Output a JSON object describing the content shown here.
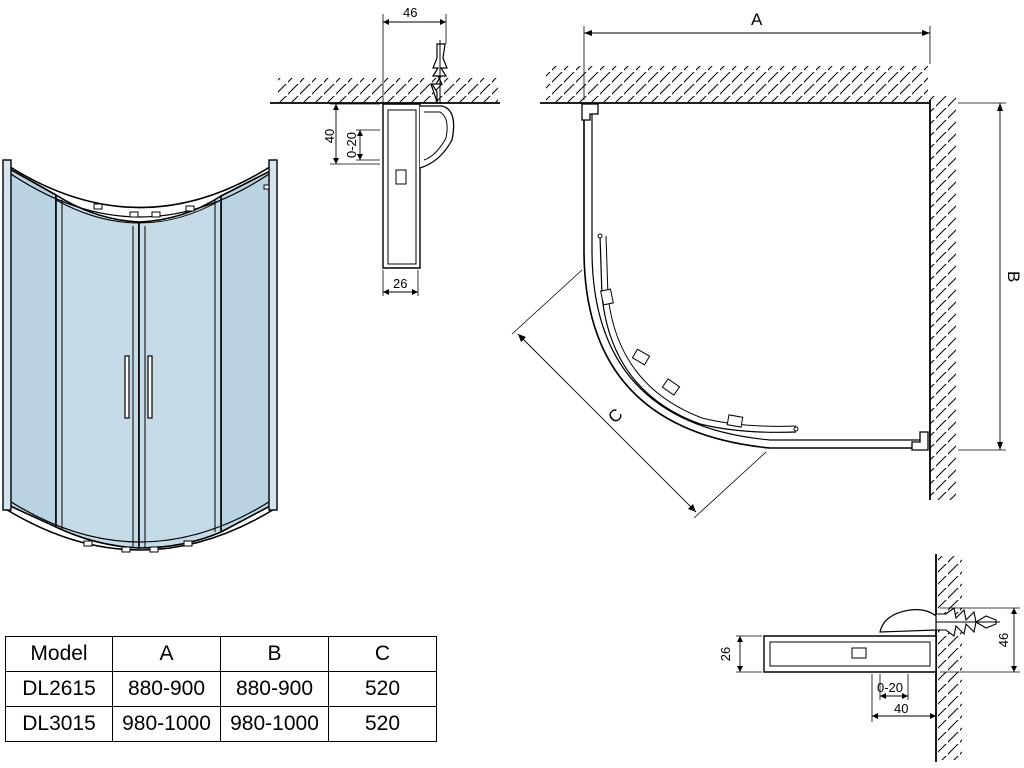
{
  "dimensions": {
    "A": "A",
    "B": "B",
    "C": "C",
    "top_width": "46",
    "top_height": "40",
    "top_adjust": "0-20",
    "top_profile": "26",
    "side_profile": "26",
    "side_height": "46",
    "side_adjust": "0-20",
    "side_depth": "40"
  },
  "table": {
    "headers": [
      "Model",
      "A",
      "B",
      "C"
    ],
    "rows": [
      [
        "DL2615",
        "880-900",
        "880-900",
        "520"
      ],
      [
        "DL3015",
        "980-1000",
        "980-1000",
        "520"
      ]
    ]
  },
  "colors": {
    "glass": "#b9d3e2",
    "glass_light": "#d4e5ef",
    "line": "#000000"
  }
}
